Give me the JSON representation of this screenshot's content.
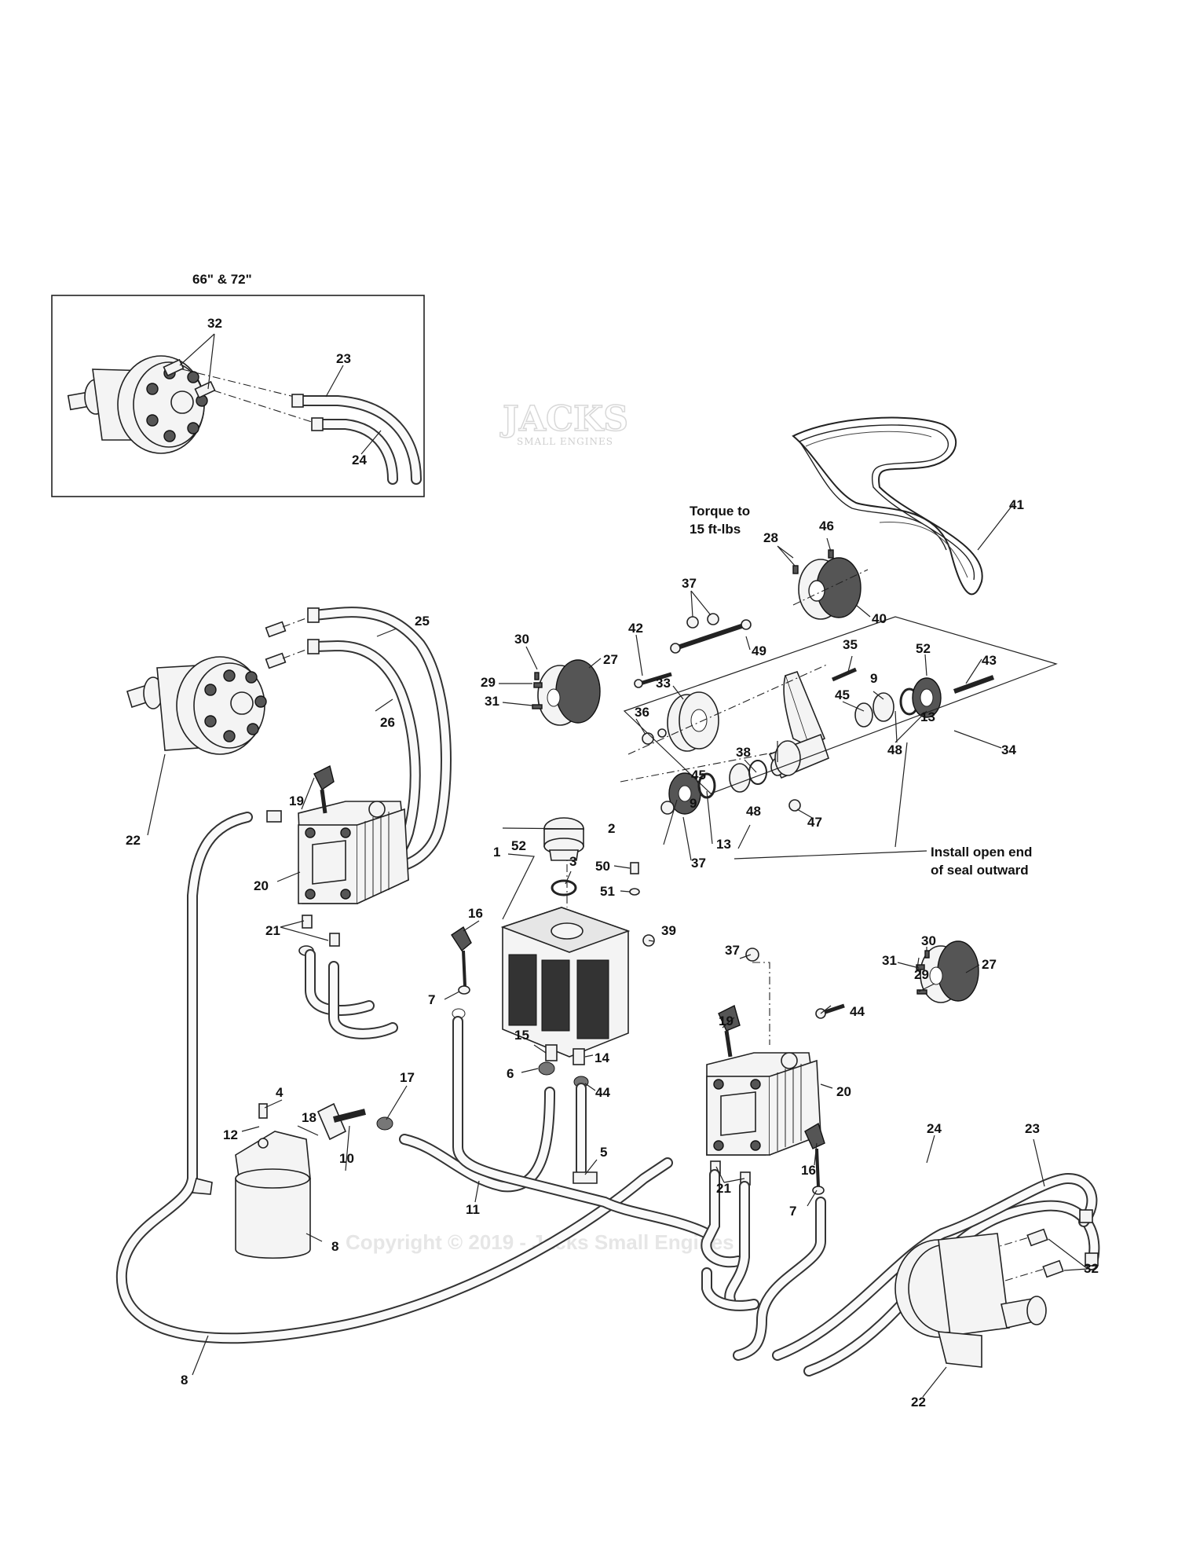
{
  "inset": {
    "title": "66\" & 72\""
  },
  "notes": {
    "torque": [
      "Torque to",
      "15 ft-lbs"
    ],
    "seal": [
      "Install open end",
      "of seal outward"
    ]
  },
  "watermark": {
    "logo": "JACKS",
    "logo_sub": "SMALL ENGINES",
    "copyright": "Copyright © 2019 - Jacks Small Engines"
  },
  "callouts": [
    "32",
    "23",
    "24",
    "41",
    "46",
    "28",
    "40",
    "37",
    "49",
    "42",
    "30",
    "27",
    "29",
    "31",
    "33",
    "36",
    "35",
    "52",
    "43",
    "9",
    "45",
    "13",
    "48",
    "34",
    "38",
    "47",
    "25",
    "26",
    "22",
    "19",
    "2",
    "3",
    "1",
    "50",
    "51",
    "20",
    "16",
    "21",
    "39",
    "7",
    "15",
    "14",
    "6",
    "44",
    "17",
    "4",
    "18",
    "12",
    "10",
    "11",
    "5",
    "8"
  ]
}
